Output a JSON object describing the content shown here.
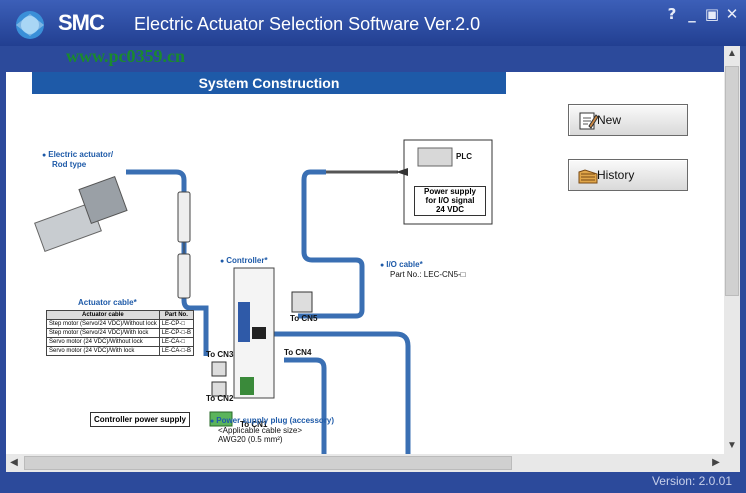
{
  "window": {
    "title": "Electric Actuator Selection Software Ver.2.0",
    "logo_text": "SMC",
    "watermark": "www.pc0359.cn",
    "controls": [
      "?",
      "_",
      "▣",
      "✕"
    ]
  },
  "status": {
    "version": "Version: 2.0.01"
  },
  "diagram": {
    "header": "System Construction",
    "actuator_label": "Electric actuator/",
    "actuator_sub": "Rod type",
    "controller_label": "Controller*",
    "io_cable_label": "I/O cable*",
    "io_cable_part": "Part No.: LEC-CN5-□",
    "plc_label": "PLC",
    "power_box": [
      "Power supply",
      "for I/O signal",
      "24 VDC"
    ],
    "actuator_cable_label": "Actuator cable*",
    "cable_table": {
      "headers": [
        "Actuator cable",
        "Part No."
      ],
      "rows": [
        [
          "Step motor (Servo/24 VDC)/Without lock",
          "LE-CP-□"
        ],
        [
          "Step motor (Servo/24 VDC)/With lock",
          "LE-CP-□-B"
        ],
        [
          "Servo motor (24 VDC)/Without lock",
          "LE-CA-□"
        ],
        [
          "Servo motor (24 VDC)/With lock",
          "LE-CA-□-B"
        ]
      ]
    },
    "cn_labels": {
      "cn1": "To CN1",
      "cn2": "To CN2",
      "cn3": "To CN3",
      "cn4": "To CN4",
      "cn5": "To CN5"
    },
    "controller_power_supply": "Controller power supply",
    "power_plug_label": "Power supply plug (accessory)",
    "cable_size_line1": "<Applicable cable size>",
    "cable_size_line2": "AWG20 (0.5 mm²)"
  },
  "buttons": {
    "new_label": "New",
    "history_label": "History"
  }
}
